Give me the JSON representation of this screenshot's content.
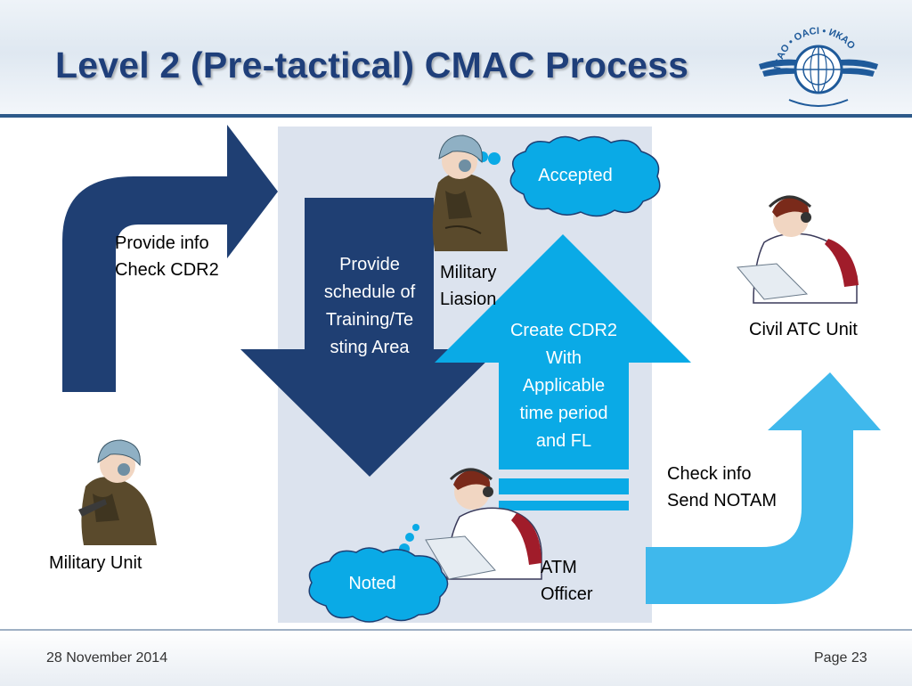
{
  "slide": {
    "title": "Level 2 (Pre-tactical)  CMAC Process",
    "logo_text": "ICAO • OACI • ИКАО"
  },
  "diagram": {
    "arrow_left_text": [
      "Provide info",
      "Check CDR2"
    ],
    "arrow_down_text": [
      "Provide",
      "schedule of",
      "Training/Te",
      "sting Area"
    ],
    "arrow_up_text": [
      "Create CDR2",
      "With",
      "Applicable",
      "time period",
      "and FL"
    ],
    "arrow_right_text": [
      "Check info",
      "Send NOTAM"
    ],
    "bubble_accepted": "Accepted",
    "bubble_noted": "Noted",
    "actor_military_liaison": [
      "Military",
      "Liasion"
    ],
    "actor_military_unit": "Military Unit",
    "actor_civil_atc": "Civil ATC Unit",
    "actor_atm_officer": [
      "ATM",
      "Officer"
    ]
  },
  "colors": {
    "dark_blue": "#1f3f73",
    "bright_blue": "#0aaae6",
    "light_blue": "#3fb8ec",
    "panel": "#dce3ee",
    "title": "#1f3f7a"
  },
  "footer": {
    "date": "28 November 2014",
    "page": "Page 23"
  }
}
